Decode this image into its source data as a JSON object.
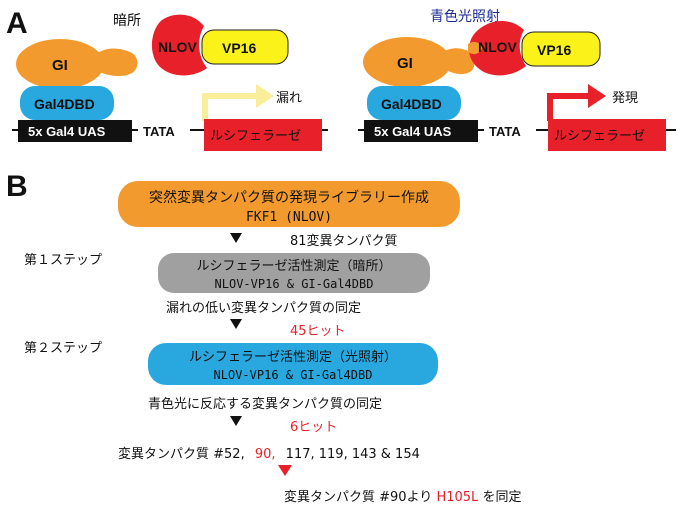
{
  "panel_a": {
    "label": "A",
    "dark": {
      "condition": "暗所",
      "gi": "GI",
      "nlov": "NLOV",
      "vp16": "VP16",
      "gal4dbd": "Gal4DBD",
      "uas": "5x Gal4 UAS",
      "tata": "TATA",
      "reporter": "ルシフェラーゼ",
      "output": "漏れ"
    },
    "light": {
      "condition": "青色光照射",
      "gi": "GI",
      "nlov": "NLOV",
      "vp16": "VP16",
      "gal4dbd": "Gal4DBD",
      "uas": "5x Gal4 UAS",
      "tata": "TATA",
      "reporter": "ルシフェラーゼ",
      "output": "発現"
    }
  },
  "panel_b": {
    "label": "B",
    "library_box": {
      "line1": "突然変異タンパク質の発現ライブラリー作成",
      "line2": "FKF1 (NLOV)"
    },
    "count1": "81変異タンパク質",
    "step1_label": "第１ステップ",
    "step1_box": {
      "line1": "ルシフェラーゼ活性測定（暗所）",
      "line2": "NLOV-VP16 & GI-Gal4DBD"
    },
    "step1_result": "漏れの低い変異タンパク質の同定",
    "hits1": "45ヒット",
    "step2_label": "第２ステップ",
    "step2_box": {
      "line1": "ルシフェラーゼ活性測定（光照射）",
      "line2": "NLOV-VP16 & GI-Gal4DBD"
    },
    "step2_result": "青色光に反応する変異タンパク質の同定",
    "hits2": "6ヒット",
    "final_prefix": "変異タンパク質 #52,",
    "final_highlight": "90,",
    "final_suffix": "117, 119, 143 & 154",
    "conclusion_prefix": "変異タンパク質 #90より",
    "conclusion_highlight": "H105L",
    "conclusion_suffix": "を同定"
  },
  "colors": {
    "gi_orange": "#f39a2e",
    "nlov_red": "#e8202a",
    "vp16_yellow": "#fbf21a",
    "gal4dbd_blue": "#29a8e0",
    "reporter_red": "#e8202a",
    "uas_black": "#111111",
    "gray_box": "#a0a0a0",
    "highlight_red": "#e8202a",
    "condition_blue": "#1d2b8f",
    "leak_arrow": "#fbee9a"
  }
}
